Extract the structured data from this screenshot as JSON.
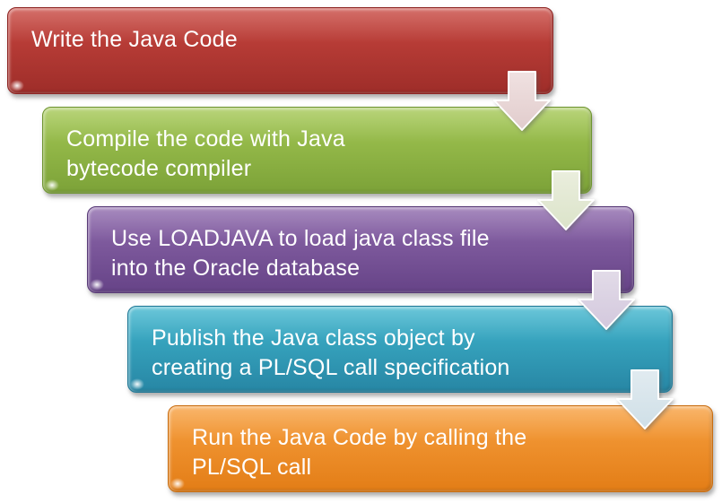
{
  "diagram": {
    "type": "step-down-process",
    "background_color": "#ffffff",
    "text_color": "#ffffff",
    "arrow_outline": "#ffffff",
    "steps": [
      {
        "label": "Write the Java Code",
        "color_top": "#c8463f",
        "color_bottom": "#9e2d29",
        "border_color": "#8d2523"
      },
      {
        "label": "Compile the code with Java\nbytecode compiler",
        "color_top": "#a4c854",
        "color_bottom": "#7ca238",
        "border_color": "#6e9430"
      },
      {
        "label": "Use LOADJAVA to load java class file\ninto the Oracle database",
        "color_top": "#8e69ac",
        "color_bottom": "#664387",
        "border_color": "#583a77"
      },
      {
        "label": "Publish the Java class object by\ncreating a PL/SQL call specification",
        "color_top": "#40b6ce",
        "color_bottom": "#2786a4",
        "border_color": "#1f7795"
      },
      {
        "label": "Run the Java Code by calling the\nPL/SQL call",
        "color_top": "#f7a040",
        "color_bottom": "#e37d16",
        "border_color": "#c96e12"
      }
    ],
    "arrows": [
      {
        "color_top": "#f0e1e1",
        "color_bottom": "#e1cccc"
      },
      {
        "color_top": "#eaeedd",
        "color_bottom": "#dbe3c9"
      },
      {
        "color_top": "#e2dbe8",
        "color_bottom": "#d3c8dd"
      },
      {
        "color_top": "#e1ebf0",
        "color_bottom": "#cfdfe7"
      }
    ]
  }
}
